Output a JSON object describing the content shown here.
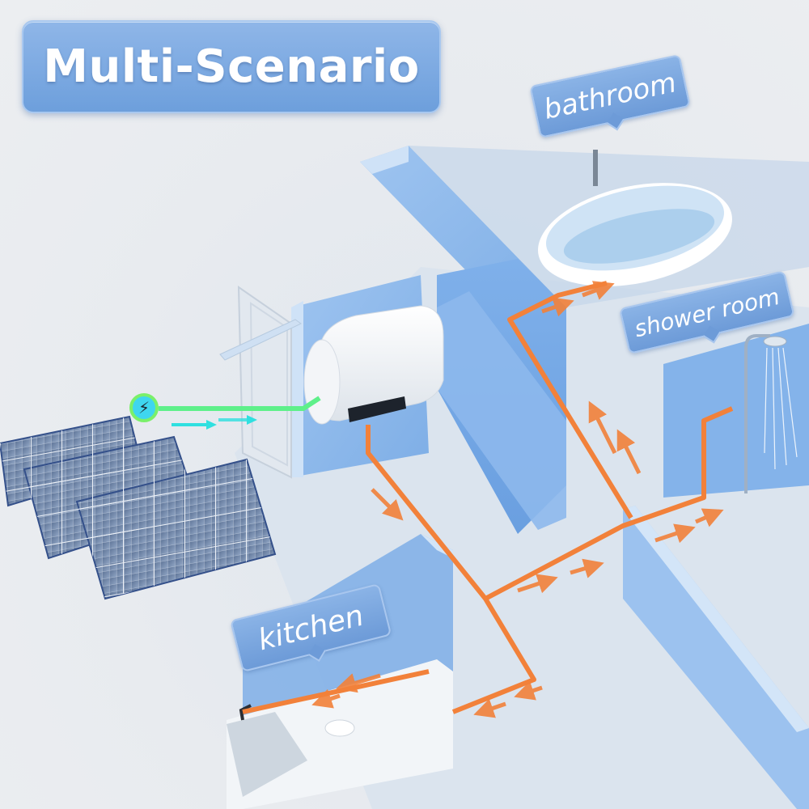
{
  "title": "Multi-Scenario",
  "rooms": [
    {
      "id": "bathroom",
      "label": "bathroom",
      "fixture": "freestanding bathtub"
    },
    {
      "id": "shower-room",
      "label": "shower room",
      "fixture": "rain shower column"
    },
    {
      "id": "kitchen",
      "label": "kitchen",
      "fixture": "sink with faucet"
    }
  ],
  "power": {
    "source": "solar panels",
    "icon": "lightning-bolt-icon",
    "glyph": "⚡",
    "line_color": "#5ef08a",
    "arrow_color": "#2fe0e0"
  },
  "appliance": "electric water heater",
  "colors": {
    "title_badge": "#7aa8e2",
    "tag_bg": "#7aa6df",
    "walls": "#8fb9ec",
    "wall_top": "#cfe2f7",
    "floor": "#dfe6ee",
    "hot_pipe": "#f2813a",
    "solar_panel": "#5a6f95"
  }
}
